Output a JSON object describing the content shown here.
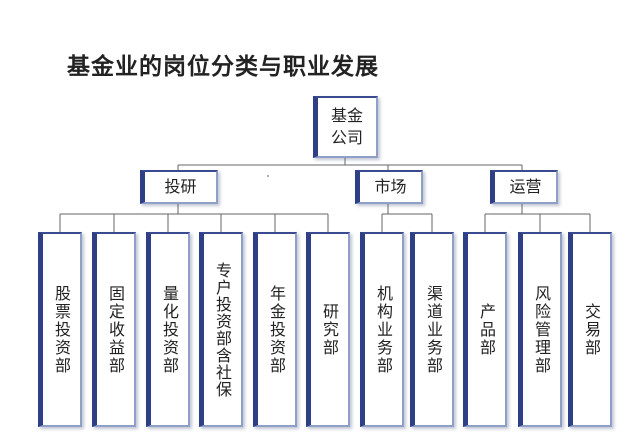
{
  "title": "基金业的岗位分类与职业发展",
  "root": {
    "label": "基金公司"
  },
  "groups": [
    {
      "label": "投研",
      "children": [
        "股票投资部",
        "固定收益部",
        "量化投资部",
        "专户投资部含社保",
        "年金投资部",
        "研究部"
      ]
    },
    {
      "label": "市场",
      "children": [
        "机构业务部",
        "渠道业务部"
      ]
    },
    {
      "label": "运营",
      "children": [
        "产品部",
        "风险管理部",
        "交易部"
      ]
    }
  ],
  "colors": {
    "box_dark_edge": "#2f3f86",
    "box_border": "#8ea0c8",
    "connector": "#666666"
  }
}
